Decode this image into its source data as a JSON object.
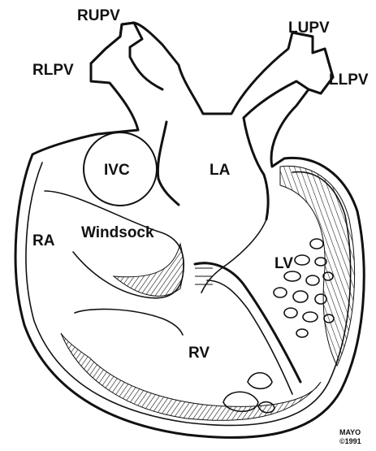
{
  "labels": {
    "rupv": "RUPV",
    "lupv": "LUPV",
    "rlpv": "RLPV",
    "llpv": "LLPV",
    "ivc": "IVC",
    "la": "LA",
    "ra": "RA",
    "windsock": "Windsock",
    "lv": "LV",
    "rv": "RV"
  },
  "credit": {
    "line1": "MAYO",
    "line2": "©1991"
  },
  "colors": {
    "ink": "#111111",
    "paper": "#ffffff"
  }
}
